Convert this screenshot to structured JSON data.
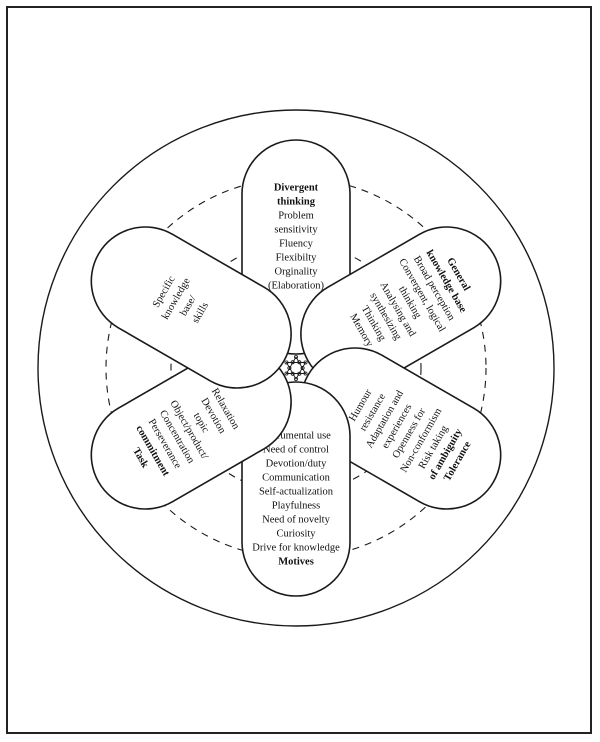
{
  "diagram": {
    "petals": [
      {
        "id": "divergent-thinking",
        "angle": 0,
        "lines": [
          "Divergent",
          "thinking",
          "Problem",
          "sensitivity",
          "Fluency",
          "Flexibilty",
          "Orginality",
          "(Elaboration)"
        ],
        "bold_lines": 2
      },
      {
        "id": "general-knowledge",
        "angle": 60,
        "lines": [
          "General",
          "knowledge base",
          "Broad perception",
          "Convergent, logical",
          "thinking",
          "Analysing and",
          "synthesizing",
          "Thinking",
          "Memory"
        ],
        "bold_lines": 2
      },
      {
        "id": "tolerance-ambiguity",
        "angle": 120,
        "lines": [
          "Tolerance",
          "of ambiguity",
          "Risk taking",
          "Non-conformism",
          "Openness for",
          "experiences",
          "Adaptation and",
          "resistance",
          "Humour"
        ],
        "bold_lines": 2
      },
      {
        "id": "motives",
        "angle": 180,
        "lines": [
          "Motives",
          "Drive for knowledge",
          "Curiosity",
          "Need of novelty",
          "Playfulness",
          "Self-actualization",
          "Communication",
          "Devotion/duty",
          "Need of control",
          "Instrumental use"
        ],
        "bold_lines": 1
      },
      {
        "id": "task-commitment",
        "angle": 240,
        "lines": [
          "Task",
          "commitment",
          "Perseverance",
          "Concentration",
          "Object/product/",
          "topic",
          "Devotion",
          "Relaxation"
        ],
        "bold_lines": 2
      },
      {
        "id": "specific-knowledge",
        "angle": 300,
        "lines": [
          "Specific",
          "knowledge",
          "base/",
          "skills"
        ],
        "bold_lines": 0
      }
    ]
  }
}
